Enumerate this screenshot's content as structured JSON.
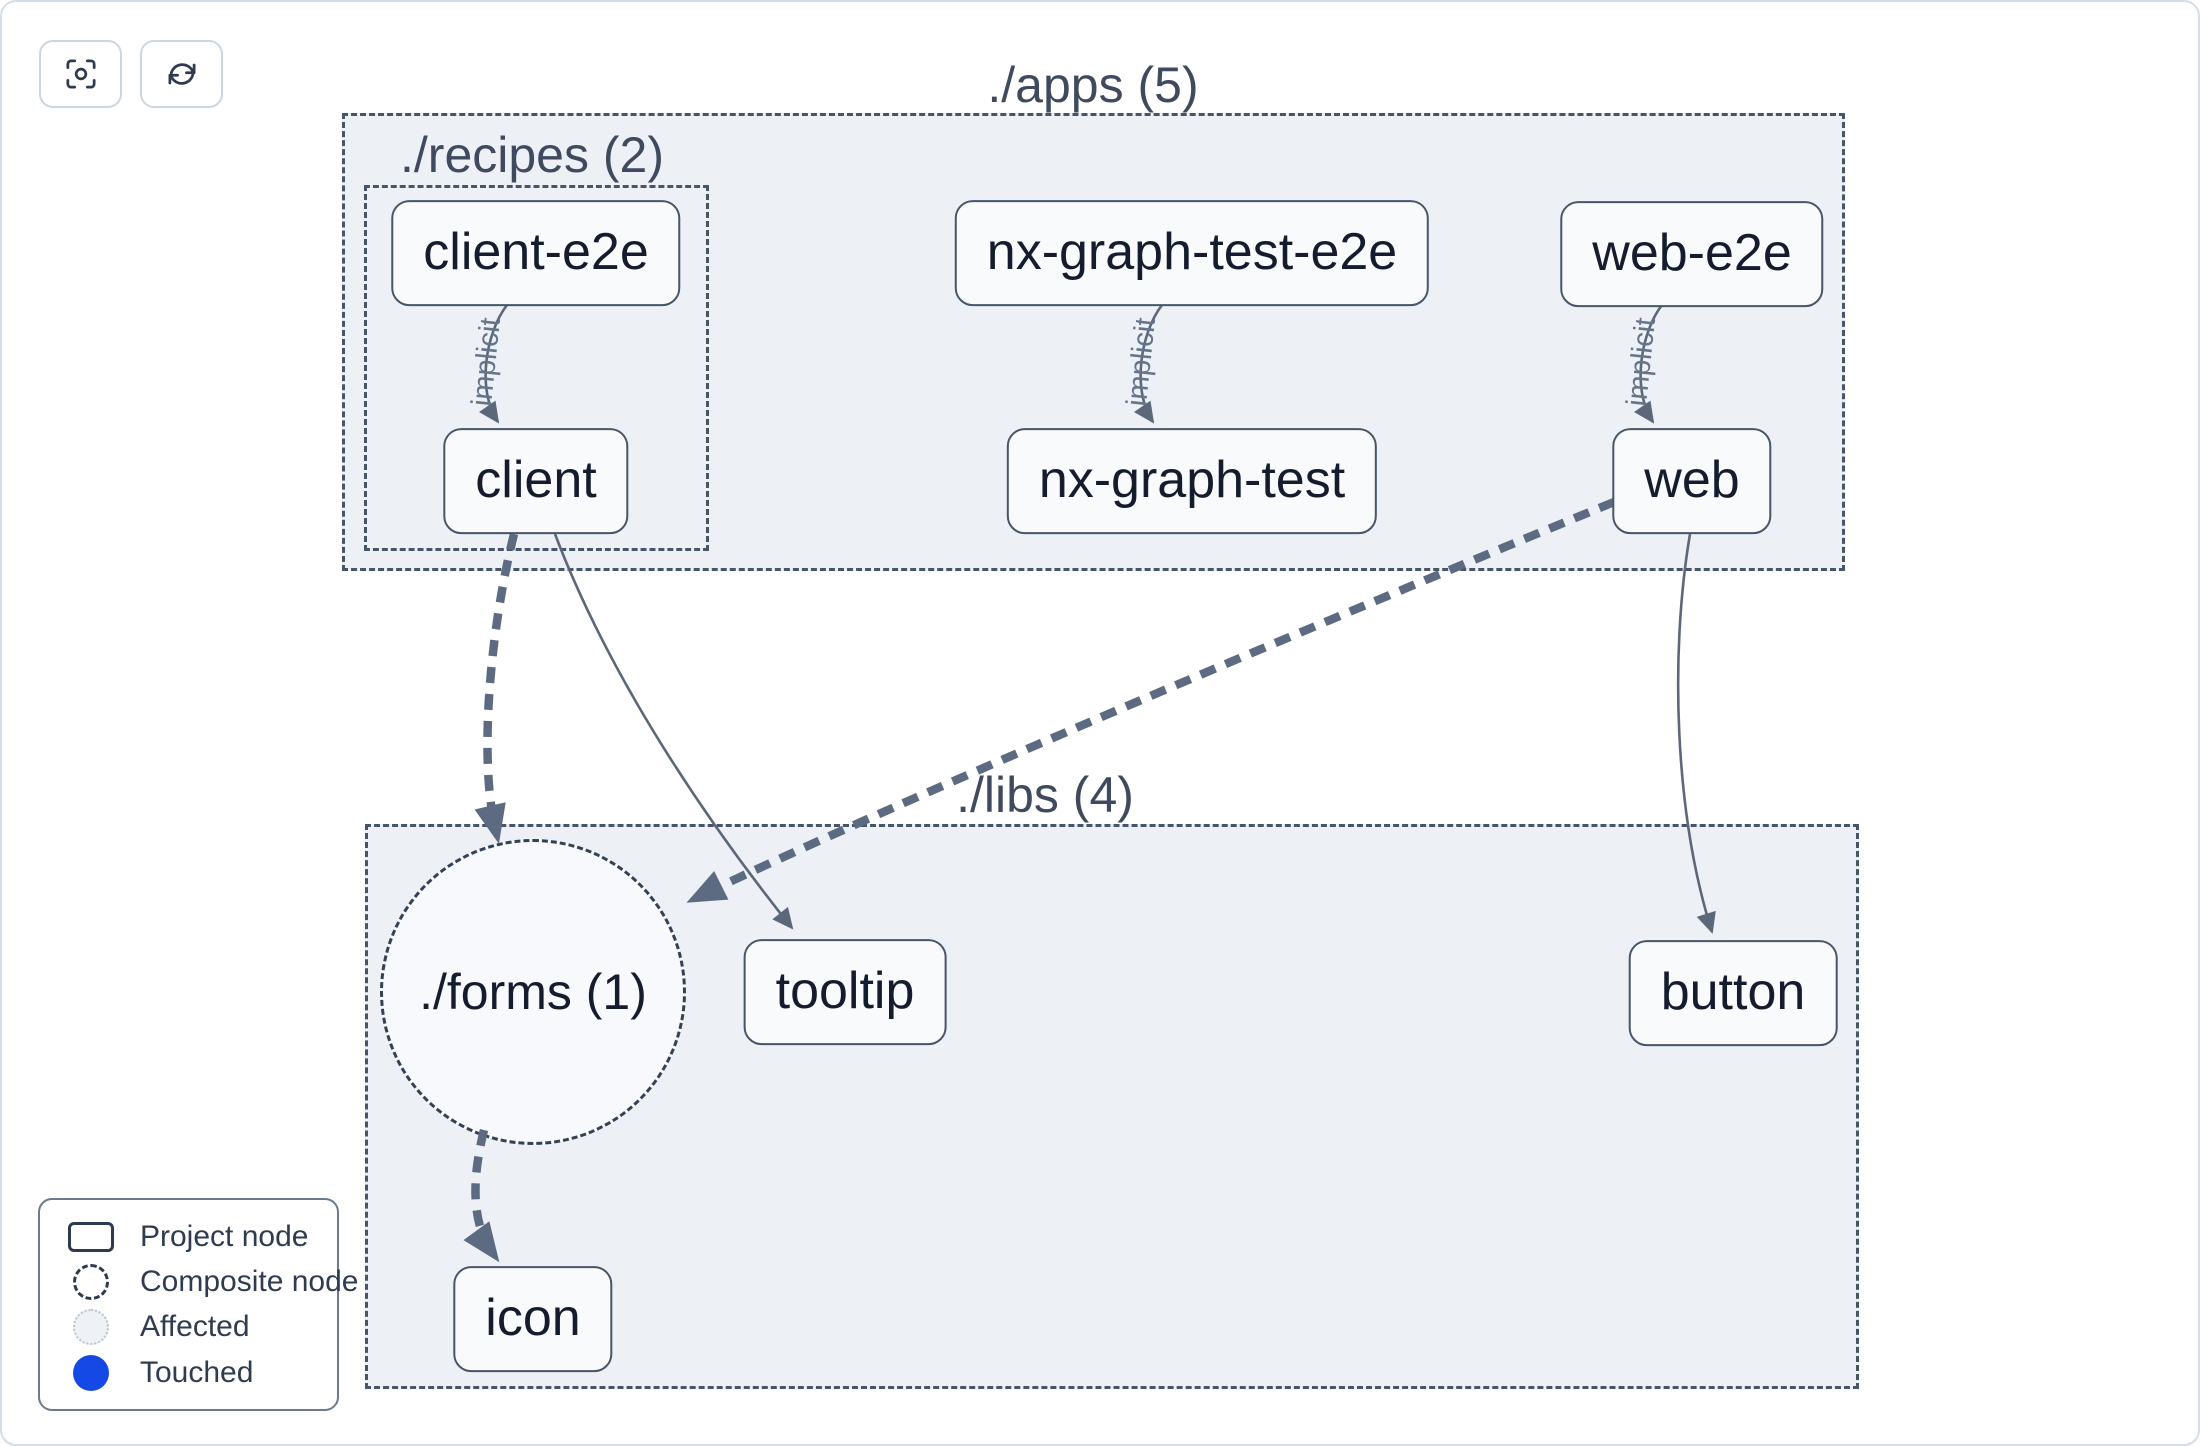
{
  "toolbar": {
    "buttons": [
      {
        "name": "focus",
        "icon": "focus-crosshair-icon"
      },
      {
        "name": "refresh",
        "icon": "refresh-icon"
      }
    ]
  },
  "graph": {
    "groups": {
      "apps": {
        "label": "./apps (5)"
      },
      "recipes": {
        "label": "./recipes (2)"
      },
      "libs": {
        "label": "./libs (4)"
      }
    },
    "composite": {
      "forms": {
        "label": "./forms (1)"
      }
    },
    "nodes": {
      "client_e2e": "client-e2e",
      "client": "client",
      "nx_graph_test_e2e": "nx-graph-test-e2e",
      "nx_graph_test": "nx-graph-test",
      "web_e2e": "web-e2e",
      "web": "web",
      "tooltip": "tooltip",
      "button": "button",
      "icon": "icon"
    },
    "edges": [
      {
        "from": "client-e2e",
        "to": "client",
        "label": "implicit",
        "style": "thin-solid"
      },
      {
        "from": "nx-graph-test-e2e",
        "to": "nx-graph-test",
        "label": "implicit",
        "style": "thin-solid"
      },
      {
        "from": "web-e2e",
        "to": "web",
        "label": "implicit",
        "style": "thin-solid"
      },
      {
        "from": "client",
        "to": "./forms (1)",
        "label": "",
        "style": "thick-dashed"
      },
      {
        "from": "client",
        "to": "tooltip",
        "label": "",
        "style": "thin-solid"
      },
      {
        "from": "web",
        "to": "./forms (1)",
        "label": "",
        "style": "thick-dashed"
      },
      {
        "from": "web",
        "to": "button",
        "label": "",
        "style": "thin-solid"
      },
      {
        "from": "./forms (1)",
        "to": "icon",
        "label": "",
        "style": "thick-dashed"
      }
    ]
  },
  "legend": {
    "items": [
      {
        "swatch": "project-node-swatch",
        "label": "Project node"
      },
      {
        "swatch": "composite-node-swatch",
        "label": "Composite node"
      },
      {
        "swatch": "affected-swatch",
        "label": "Affected"
      },
      {
        "swatch": "touched-swatch",
        "label": "Touched"
      }
    ]
  },
  "colors": {
    "container_fill": "#edf1f6",
    "node_fill": "#f8fafc",
    "node_border": "#475569",
    "edge": "#5d6b82",
    "touched_blue": "#1549e6"
  }
}
